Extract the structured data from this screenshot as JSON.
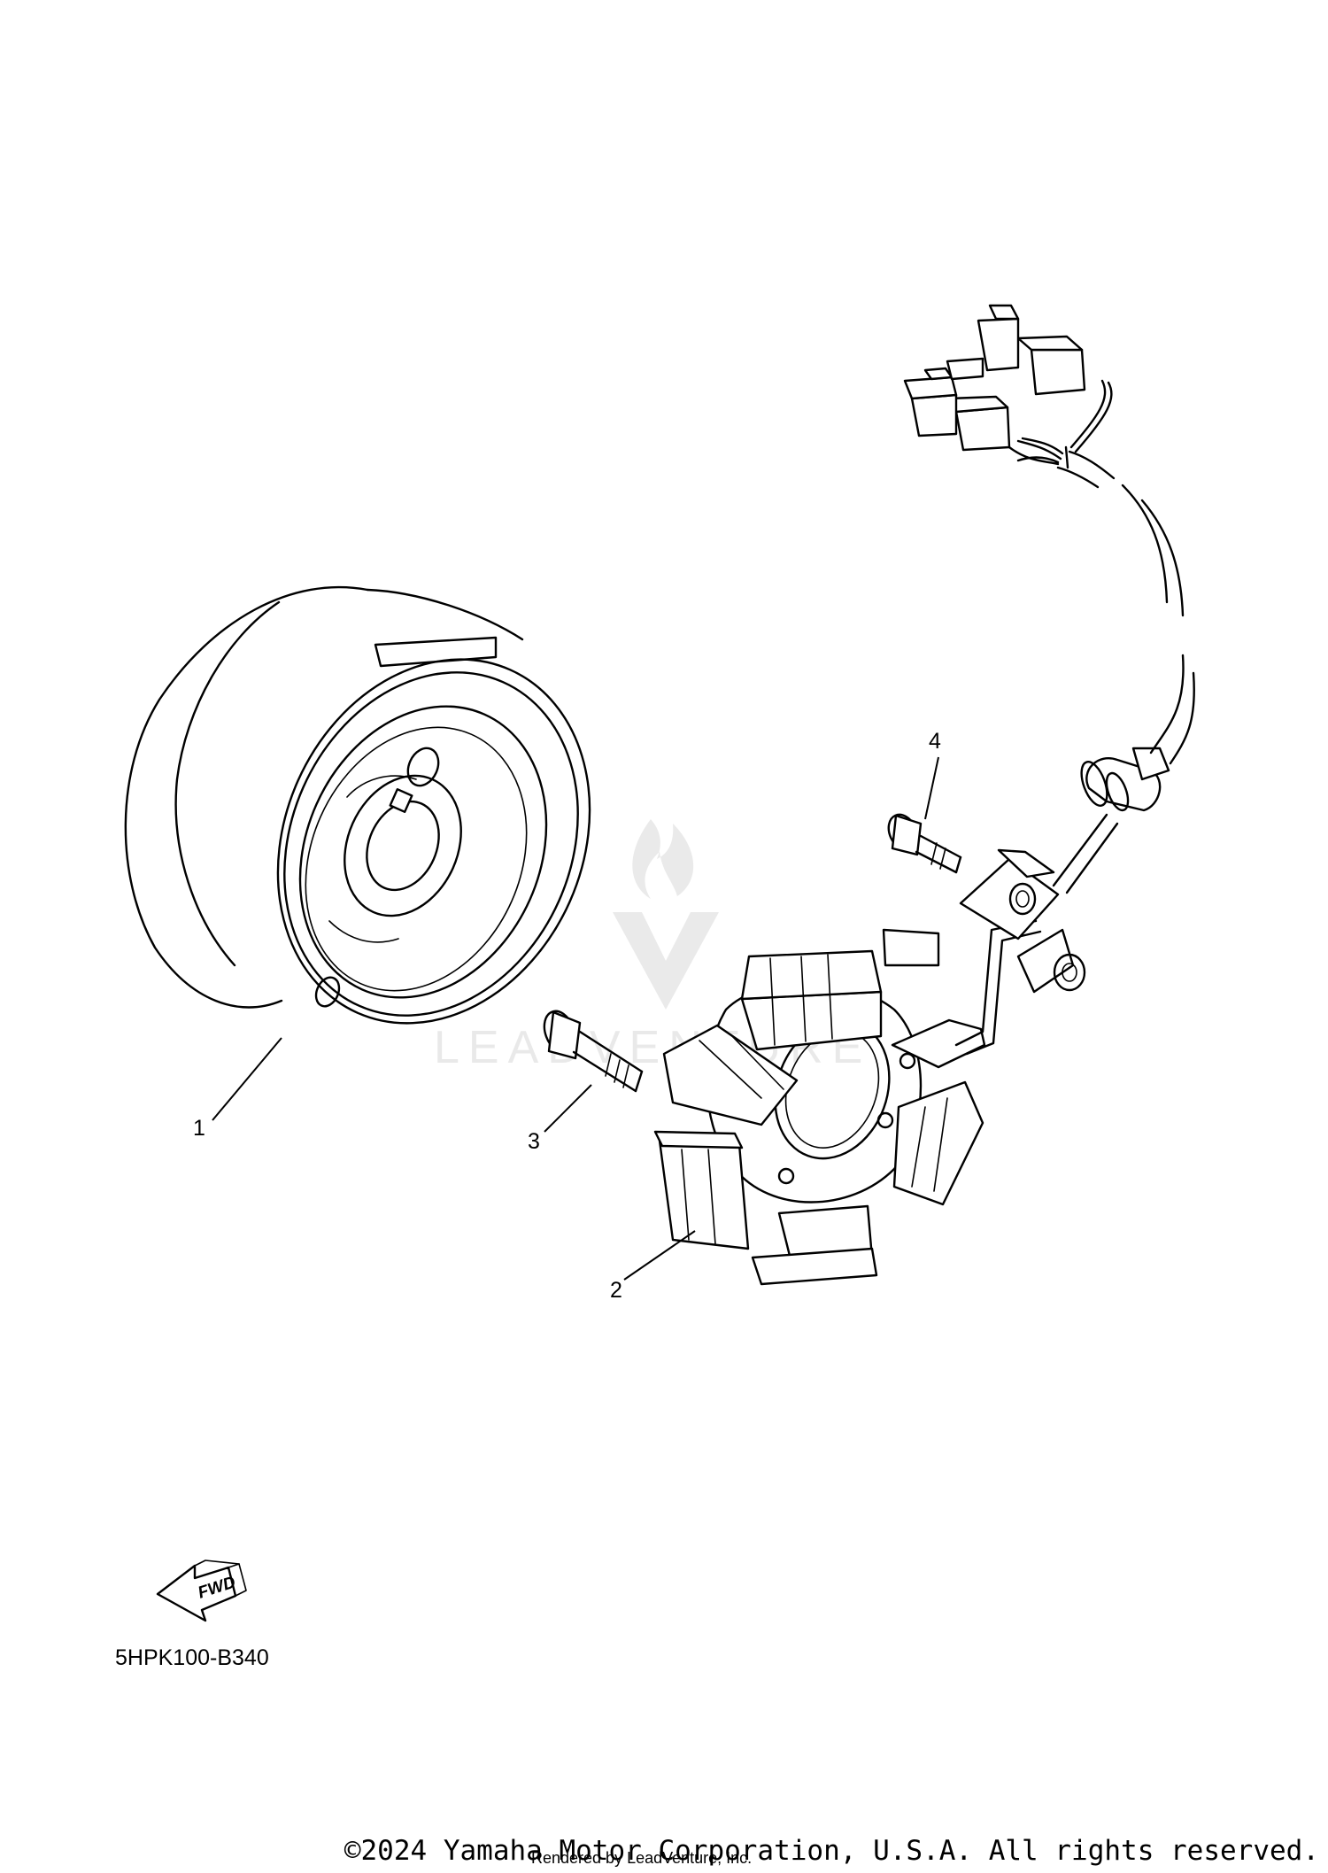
{
  "callouts": {
    "one": "1",
    "two": "2",
    "three": "3",
    "four": "4"
  },
  "diagram_code": "5HPK100-B340",
  "fwd_label": "FWD",
  "copyright": "©2024 Yamaha Motor Corporation, U.S.A. All rights reserved.",
  "rendered_by": "Rendered by LeadVenture, Inc.",
  "watermark_icon": "leadventure-flame-logo",
  "colors": {
    "line": "#000000",
    "background": "#ffffff",
    "watermark": "#d8d8d8"
  }
}
